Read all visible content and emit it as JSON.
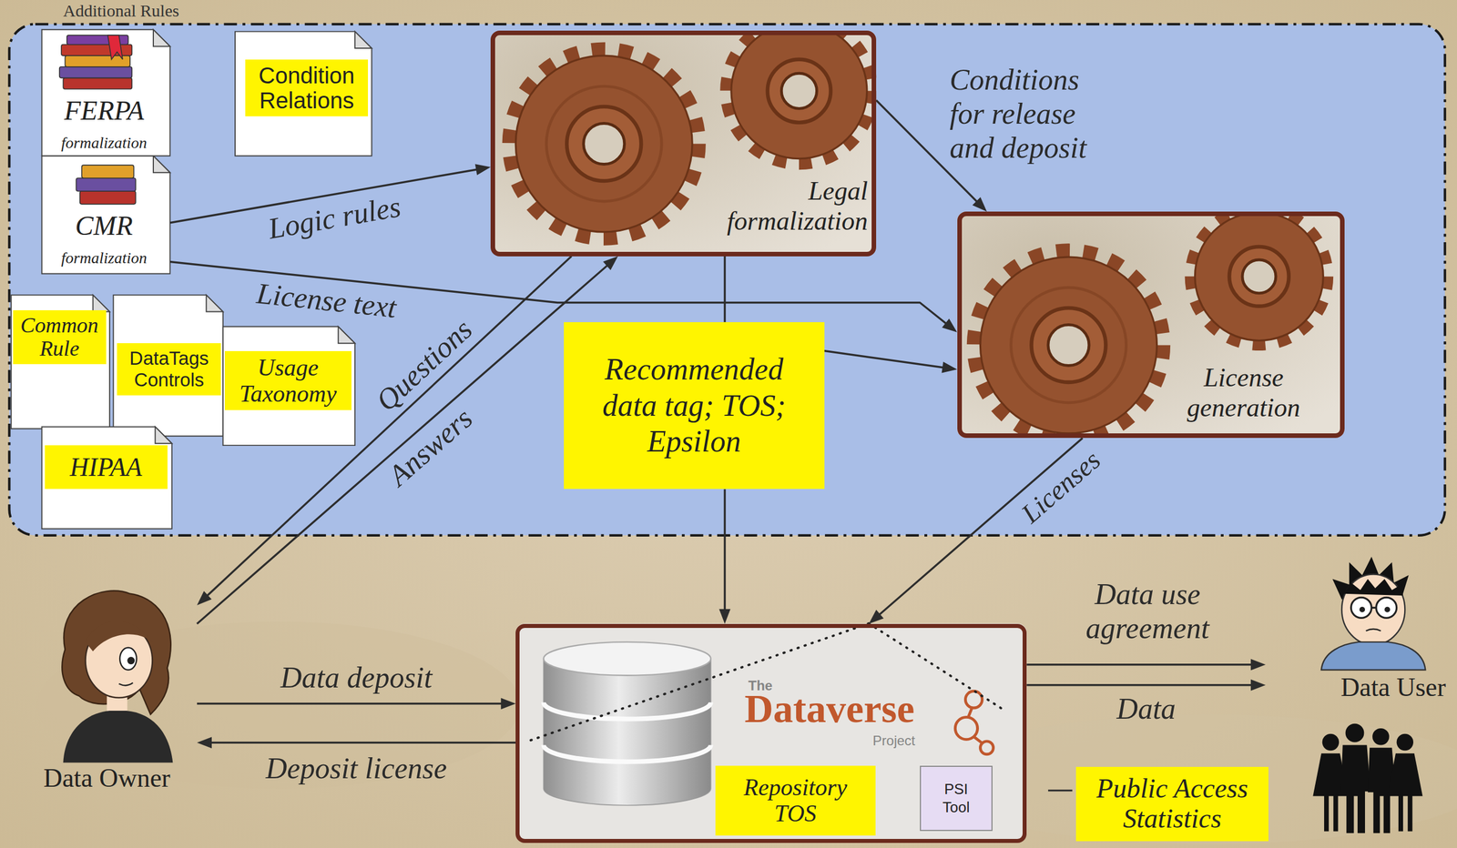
{
  "diagram": {
    "nodes": [
      {
        "text": [
          "Additional Rules"
        ]
      },
      {
        "text": [
          "FERPA",
          "formalization"
        ],
        "in": 0
      },
      {
        "text": [
          "CMR",
          "formalization"
        ],
        "in": 0
      },
      {
        "text": [
          "Condition Relations"
        ],
        "in": 0
      },
      {
        "text": [
          "Common Rule"
        ],
        "in": 0
      },
      {
        "text": [
          "DataTags Controls"
        ],
        "in": 0
      },
      {
        "text": [
          "HIPAA"
        ],
        "in": 0
      },
      {
        "text": [
          "Usage Taxonomy"
        ],
        "in": 0
      },
      {
        "text": [
          "Legal formalization"
        ],
        "in": 0
      },
      {
        "text": [
          "License generation"
        ],
        "in": 0
      },
      {
        "text": [
          "Recommended data tag; TOS; Epsilon"
        ],
        "in": 0
      },
      {
        "text": [
          "Data Owner"
        ]
      },
      {
        "text": [
          "The",
          "Dataverse",
          "Project"
        ]
      },
      {
        "text": [
          "Repository TOS"
        ],
        "in": 12
      },
      {
        "text": [
          "PSI Tool"
        ],
        "in": 12
      },
      {
        "text": [
          "Data User"
        ]
      },
      {
        "text": [
          "Public Access Statistics"
        ]
      }
    ],
    "edges": [
      {
        "from": 2,
        "to": 8,
        "label": "Logic rules",
        "arrow": "to"
      },
      {
        "from": 2,
        "to": 9,
        "label": "License text",
        "arrow": "to"
      },
      {
        "from": 8,
        "to": 11,
        "label": "Questions",
        "arrow": "to"
      },
      {
        "from": 11,
        "to": 8,
        "label": "Answers",
        "arrow": "to"
      },
      {
        "from": 8,
        "to": 9,
        "label": "Conditions for release and deposit",
        "arrow": "to"
      },
      {
        "from": 8,
        "to": 10,
        "arrow": "none"
      },
      {
        "from": 10,
        "to": 9,
        "arrow": "to"
      },
      {
        "from": 10,
        "to": 12,
        "arrow": "to"
      },
      {
        "from": 9,
        "to": 12,
        "label": "Licenses",
        "arrow": "to"
      },
      {
        "from": 11,
        "to": 12,
        "label": "Data deposit",
        "arrow": "to"
      },
      {
        "from": 12,
        "to": 11,
        "label": "Deposit license",
        "arrow": "to"
      },
      {
        "from": 12,
        "to": 15,
        "label": "Data use agreement",
        "arrow": "to"
      },
      {
        "from": 12,
        "to": 15,
        "label": "Data",
        "arrow": "to"
      }
    ]
  }
}
